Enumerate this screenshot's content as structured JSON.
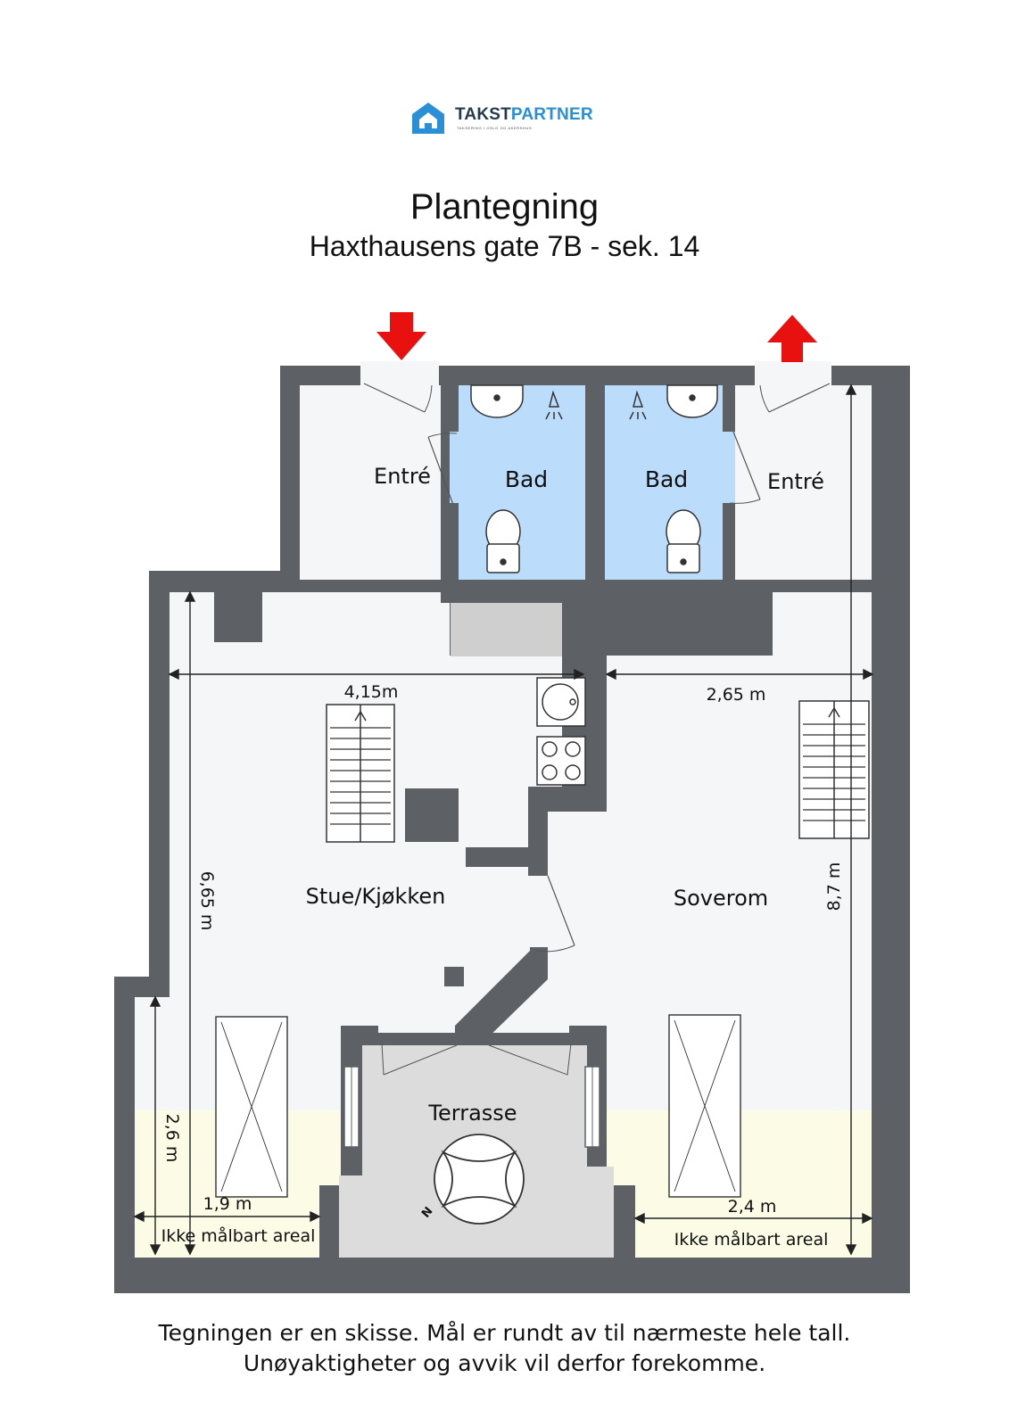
{
  "header": {
    "logo_word_a": "TAKST",
    "logo_word_b": "PARTNER",
    "logo_tagline": "TAKSERING I OSLO OG AKERSHUS",
    "title": "Plantegning",
    "subtitle": "Haxthausens gate 7B - sek. 14"
  },
  "rooms": {
    "entre_left": "Entré",
    "bad_left": "Bad",
    "bad_right": "Bad",
    "entre_right": "Entré",
    "stue": "Stue/Kjøkken",
    "soverom": "Soverom",
    "terrasse": "Terrasse",
    "ikke_left": "Ikke målbart areal",
    "ikke_right": "Ikke målbart areal"
  },
  "dimensions": {
    "width_left": "4,15m",
    "width_right": "2,65 m",
    "height_left": "6,65 m",
    "height_right": "8,7 m",
    "height_low": "2,6 m",
    "width_low_left": "1,9 m",
    "width_low_right": "2,4 m"
  },
  "compass": {
    "letter": "N"
  },
  "colors": {
    "wall": "#5d6166",
    "floor": "#f5f6f8",
    "bath": "#bcdcfb",
    "low_ceiling": "#fbfbe6",
    "terrace": "#dcdcdc",
    "arrow": "#e8110f",
    "logo_blue": "#2a8fd6"
  },
  "footer": {
    "line1": "Tegningen er en skisse. Mål er rundt av til nærmeste hele tall.",
    "line2": "Unøyaktigheter og avvik vil derfor forekomme."
  }
}
